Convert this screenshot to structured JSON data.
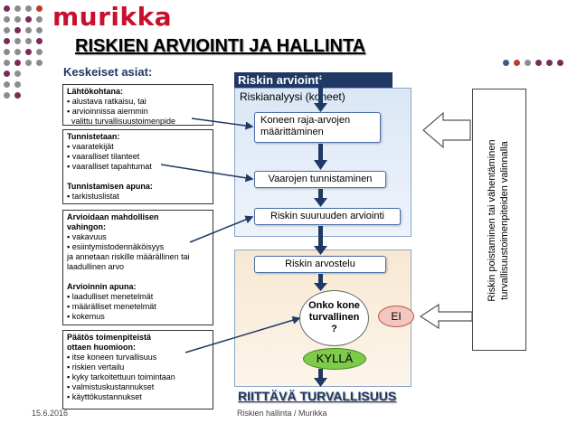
{
  "logo": "murikka",
  "title": "RISKIEN ARVIOINTI JA HALLINTA",
  "left_heading": "Keskeiset asiat:",
  "left_boxes": [
    {
      "lines": [
        {
          "text": "Lähtökohtana:",
          "bold": true
        },
        {
          "text": "▪ alustava ratkaisu, tai",
          "bold": false
        },
        {
          "text": "▪ arvioinnissa aiemmin",
          "bold": false
        },
        {
          "text": "  valittu turvallisuustoimenpide",
          "bold": false
        }
      ]
    },
    {
      "lines": [
        {
          "text": "Tunnistetaan:",
          "bold": true
        },
        {
          "text": "▪ vaaratekijät",
          "bold": false
        },
        {
          "text": "▪ vaaralliset tilanteet",
          "bold": false
        },
        {
          "text": "▪ vaaralliset tapahtumat",
          "bold": false
        },
        {
          "text": "",
          "bold": false
        },
        {
          "text": "Tunnistamisen apuna:",
          "bold": true
        },
        {
          "text": "▪ tarkistuslistat",
          "bold": false
        }
      ]
    },
    {
      "lines": [
        {
          "text": "Arvioidaan mahdollisen",
          "bold": true
        },
        {
          "text": "vahingon:",
          "bold": true
        },
        {
          "text": "▪ vakavuus",
          "bold": false
        },
        {
          "text": "▪ esiintymistodennäköisyys",
          "bold": false
        },
        {
          "text": "ja annetaan riskille määrällinen tai",
          "bold": false
        },
        {
          "text": "laadullinen arvo",
          "bold": false
        },
        {
          "text": "",
          "bold": false
        },
        {
          "text": "Arvioinnin apuna:",
          "bold": true
        },
        {
          "text": "▪ laadulliset menetelmät",
          "bold": false
        },
        {
          "text": "▪ määrälliset menetelmät",
          "bold": false
        },
        {
          "text": "▪ kokemus",
          "bold": false
        }
      ]
    },
    {
      "lines": [
        {
          "text": "Päätös toimenpiteistä",
          "bold": true
        },
        {
          "text": "ottaen huomioon:",
          "bold": true
        },
        {
          "text": "▪ itse koneen turvallisuus",
          "bold": false
        },
        {
          "text": "▪ riskien vertailu",
          "bold": false
        },
        {
          "text": "▪ kyky tarkoitettuun toimintaan",
          "bold": false
        },
        {
          "text": "▪ valmistuskustannukset",
          "bold": false
        },
        {
          "text": "▪ käyttökustannukset",
          "bold": false
        }
      ]
    }
  ],
  "right_header": "Riskin arviointi",
  "analysis_title": "Riskianalyysi (koneet)",
  "steps": {
    "limits": "Koneen raja-arvojen määrittäminen",
    "hazards": "Vaarojen tunnistaminen",
    "estimation": "Riskin suuruuden arviointi",
    "evaluation": "Riskin arvostelu"
  },
  "decision": {
    "line1": "Onko kone",
    "line2": "turvallinen",
    "line3": "?"
  },
  "no_label": "EI",
  "yes_label": "KYLLÄ",
  "result": "RIITTÄVÄ TURVALLISUUS",
  "side_text_line1": "Riskin poistaminen tai vähentäminen",
  "side_text_line2": "turvallisuustoimenpiteiden valinnalla",
  "footer_date": "15.6.2016",
  "footer_center": "Riskien hallinta / Murikka",
  "colors": {
    "brand_red": "#c8102e",
    "navy": "#1f3864",
    "dot_gray": "#8c8c8c",
    "dot_purple": "#7a2b5a",
    "dot_red": "#c0392b",
    "dot_blue": "#3b5a8a",
    "green": "#7ecb4c"
  }
}
